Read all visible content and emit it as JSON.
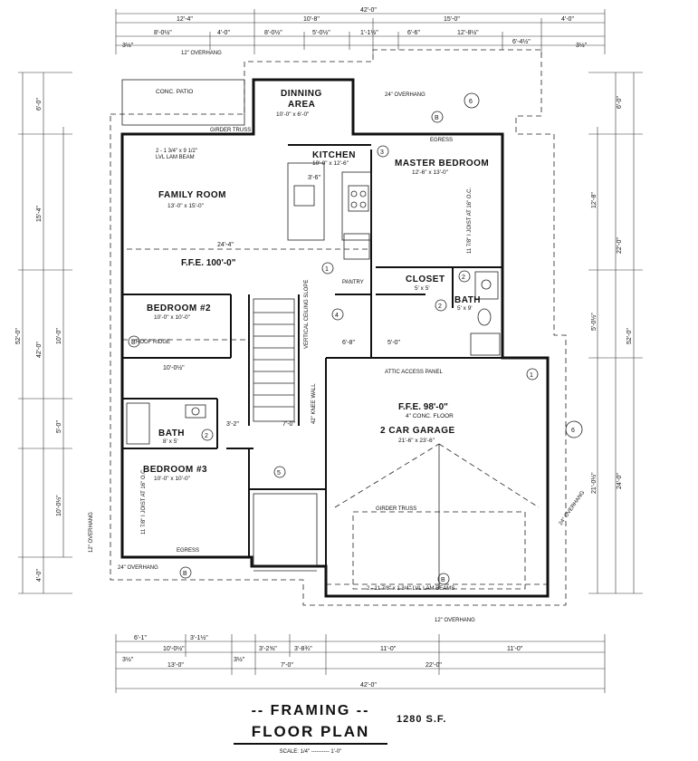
{
  "title": {
    "line1": "-- FRAMING --",
    "line2": "FLOOR PLAN",
    "area": "1280 S.F.",
    "scale": "SCALE: 1/4\" ---------- 1'-0\""
  },
  "rooms": {
    "family_room": {
      "name": "FAMILY ROOM",
      "size": "13'-0\" x 15'-0\""
    },
    "dining": {
      "name_1": "DINNING",
      "name_2": "AREA",
      "size": "10'-0\" x 6'-0\""
    },
    "kitchen": {
      "name": "KITCHEN",
      "size": "10'-0\" x 12'-6\""
    },
    "master": {
      "name": "MASTER BEDROOM",
      "size": "12'-6\" x 13'-0\""
    },
    "closet": {
      "name": "CLOSET",
      "size": "5' x 5'"
    },
    "bath_master": {
      "name": "BATH",
      "size": "5' x 9'"
    },
    "bedroom2": {
      "name": "BEDROOM #2",
      "size": "10'-0\" x 10'-0\""
    },
    "bedroom3": {
      "name": "BEDROOM #3",
      "size": "10'-0\" x 10'-0\""
    },
    "bath": {
      "name": "BATH",
      "size": "8' x 5'"
    },
    "garage": {
      "name": "2 CAR GARAGE",
      "size": "21'-6\" x 23'-6\""
    },
    "patio": {
      "name": "CONC. PATIO"
    },
    "pantry": {
      "name": "PANTRY"
    }
  },
  "levels": {
    "main": "F.F.E. 100'-0\"",
    "garage": "F.F.E. 98'-0\"",
    "garage_floor": "4\" CONC. FLOOR"
  },
  "notes": {
    "overhang_12": "12\" OVERHANG",
    "overhang_24": "24\" OVERHANG",
    "egress": "EGRESS",
    "girder_truss": "GIRDER TRUSS",
    "lvl_beam": "2 - 1 3/4\" x 9 1/2\"",
    "lvl_beam_2": "LVL LAM BEAM",
    "garage_beam": "2 - 11 7/8\" x 1 3/4\" LVL LAM BEAMS",
    "roof_ridge": "ROOF RIDGE",
    "joist": "11 7/8\" I JOIST AT 16\" O.C.",
    "knee_wall": "42\" KNEE WALL",
    "attic": "ATTIC ACCESS PANEL",
    "vertical_ceiling": "VERTICAL CEILING SLOPE",
    "family_span": "24'-4\"",
    "kitchen_dim": "3'-6\""
  },
  "dims": {
    "overall": "42'-0\"",
    "top_1": "12'-4\"",
    "top_2": "10'-8\"",
    "top_3": "15'-0\"",
    "top_4": "4'-0\"",
    "top2_1": "8'-0½\"",
    "top2_2": "4'-0\"",
    "top2_3": "8'-0½\"",
    "top2_4": "5'-0½\"",
    "top2_5": "1'-1½\"",
    "top2_6": "6'-6\"",
    "top2_7": "12'-8½\"",
    "top2_8": "6'-4½\"",
    "bot_1": "13'-0\"",
    "bot_2": "7'-0\"",
    "bot_3": "22'-0\"",
    "bot2_1": "10'-0½\"",
    "bot2_2": "3'-2⅝\"",
    "bot2_3": "3'-8¾\"",
    "bot2_4": "11'-0\"",
    "bot2_5": "11'-0\"",
    "bot3_1": "6'-1\"",
    "bot3_2": "3'-1½\"",
    "left_total": "52'-0\"",
    "left_1": "6'-0\"",
    "left_2": "15'-4\"",
    "left_3": "10'-0\"",
    "left_4": "5'-0\"",
    "left_5": "10'-0½\"",
    "left_6": "4'-0\"",
    "left_7": "42'-0\"",
    "right_1": "6'-0\"",
    "right_2": "12'-8\"",
    "right_3": "22'-0\"",
    "right_4": "5'-0½\"",
    "right_5": "21'-0½\"",
    "right_6": "24'-0\"",
    "right_total": "52'-0\"",
    "mid_1": "10'-0½\"",
    "mid_2": "3'-2\"",
    "mid_3": "7'-0\"",
    "mid_4": "5'-0\"",
    "mid_5": "6'-8\"",
    "sm": "3½\""
  },
  "markers": [
    "1",
    "2",
    "3",
    "4",
    "5",
    "6",
    "A",
    "B"
  ]
}
